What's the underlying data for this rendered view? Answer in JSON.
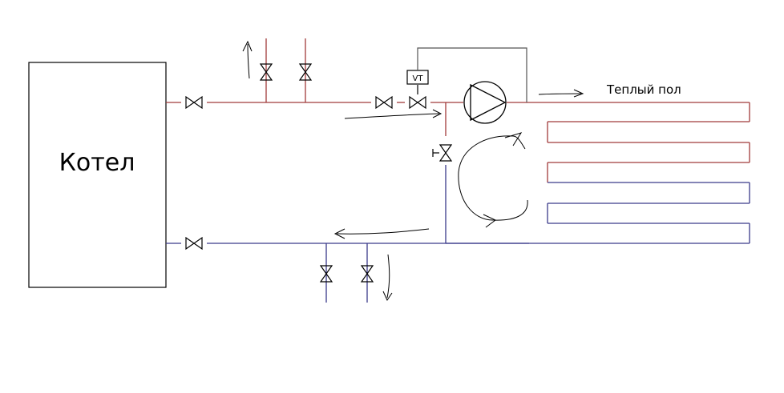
{
  "diagram": {
    "boiler": {
      "label": "Котел"
    },
    "floor": {
      "label": "Теплый пол"
    },
    "thermo_valve": {
      "label": "VT"
    },
    "colors": {
      "supply": "#a03a3a",
      "return": "#3a3a8a",
      "outline": "#000000",
      "valve": "#000000",
      "control": "#555555",
      "background": "#ffffff"
    },
    "icons": [
      "valve-icon",
      "pump-icon",
      "thermostatic-valve-icon",
      "flow-arrow-icon"
    ]
  }
}
